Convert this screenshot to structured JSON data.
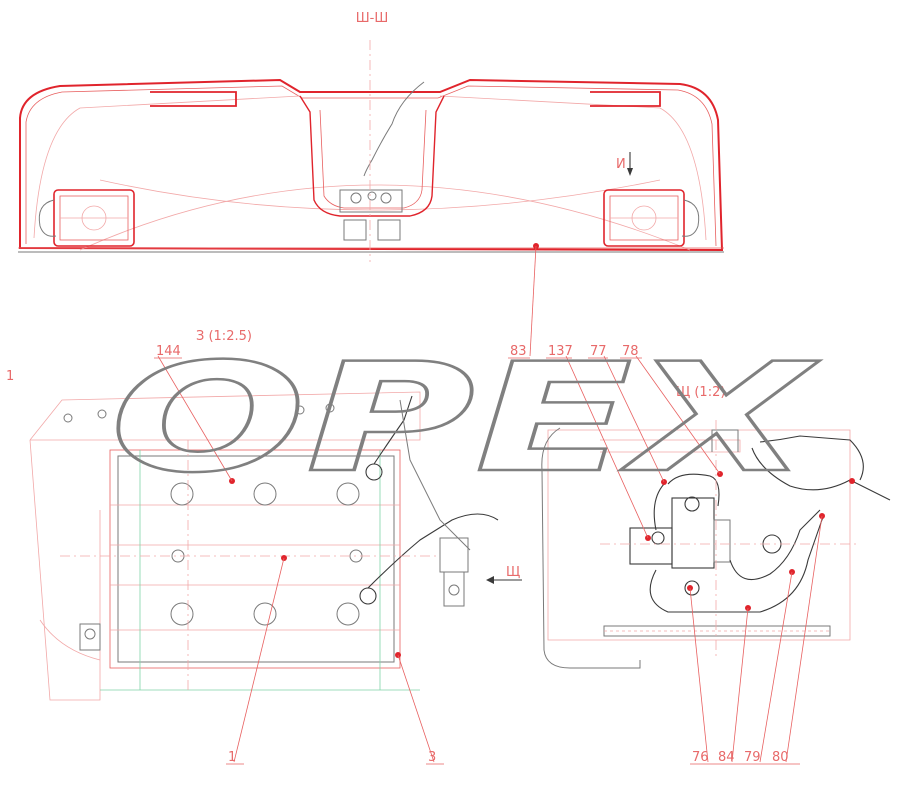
{
  "section_labels": {
    "top_view": "Ш-Ш",
    "view_i": "И",
    "view_z": "З (1:2.5)",
    "view_shch": "Щ (1:2)",
    "arrow_shch": "Щ",
    "corner_mark": "1"
  },
  "callouts": {
    "c144": "144",
    "c83": "83",
    "c137": "137",
    "c77": "77",
    "c78": "78",
    "c1": "1",
    "c3": "3",
    "c76": "76",
    "c84": "84",
    "c79": "79",
    "c80": "80"
  },
  "watermark": "OPEX",
  "colors": {
    "line_red": "#e0242c",
    "line_light_red": "#e86060",
    "line_pink": "#f2a8a8",
    "line_gray": "#7a7a7a",
    "line_dark": "#3a3a3a",
    "line_green": "#7fd3a8"
  }
}
